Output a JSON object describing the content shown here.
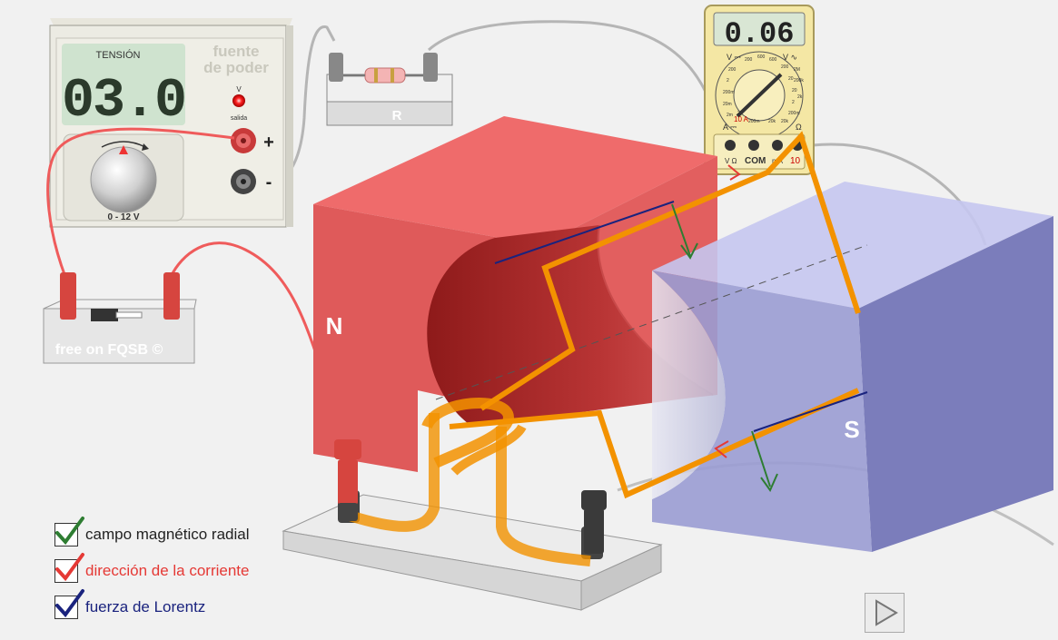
{
  "power_supply": {
    "voltage_label": "TENSIÓN",
    "voltage_display": "03.0",
    "brand_line1": "fuente",
    "brand_line2": "de poder",
    "led_label": "V",
    "output_label": "salida",
    "plus_label": "+",
    "minus_label": "-",
    "range_label": "0 - 12 V"
  },
  "resistor": {
    "label": "R"
  },
  "switch_board": {
    "label": "free on FQSB ©"
  },
  "multimeter": {
    "display": "0.06",
    "dial_labels": [
      "200",
      "600",
      "600",
      "200",
      "20",
      "20",
      "2",
      "2",
      "200m",
      "200m",
      "200m",
      "20k",
      "200k",
      "2M",
      "200",
      "20m",
      "2m",
      "20k",
      "20",
      "2k"
    ],
    "range_10a": "10 A",
    "volt_dc": "V ⎓",
    "volt_ac": "V ∿",
    "amp": "A ⎓",
    "ohm": "Ω",
    "port_v": "V Ω",
    "port_com": "COM",
    "port_ma": "mA",
    "port_10": "10"
  },
  "magnet": {
    "north": "N",
    "south": "S"
  },
  "legend": [
    {
      "label": "campo magnético radial",
      "color": "#2e7d32",
      "text_color": "#222222"
    },
    {
      "label": "dirección de la corriente",
      "color": "#e53935",
      "text_color": "#e53935"
    },
    {
      "label": "fuerza de Lorentz",
      "color": "#1a237e",
      "text_color": "#1a237e"
    }
  ],
  "colors": {
    "north_magnet": "#ef6b6b",
    "south_magnet": "#8d8fd0",
    "coil": "#f39200",
    "wire_red": "#ef5b5b",
    "wire_gray": "#b5b5b5",
    "lcd_green": "#cfe3cf",
    "multimeter_body": "#f4e7a4"
  }
}
